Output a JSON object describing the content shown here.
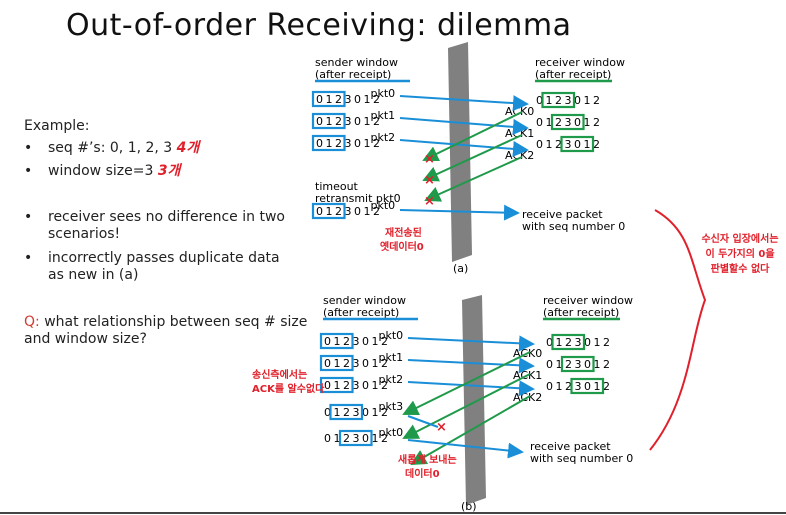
{
  "title": "Out-of-order Receiving: dilemma",
  "example": {
    "label": "Example:",
    "bullets": [
      {
        "text": "seq #’s: 0, 1, 2, 3",
        "note": "4개"
      },
      {
        "text": "window size=3",
        "note": "3개"
      },
      {
        "text": "receiver sees no difference in two scenarios!",
        "note": ""
      },
      {
        "text": "incorrectly passes duplicate data as new in (a)",
        "note": ""
      }
    ],
    "question_prefix": "Q:",
    "question": "what relationship between seq # size and window size?"
  },
  "scenario_a": {
    "sender_window_label": "sender window",
    "sender_window_sub": "(after receipt)",
    "receiver_window_label": "receiver window",
    "receiver_window_sub": "(after receipt)",
    "sender_rows": [
      {
        "seq": [
          "0",
          "1",
          "2",
          "3",
          "0",
          "1",
          "2"
        ],
        "boxed": [
          0,
          1,
          2
        ],
        "pkt": "pkt0"
      },
      {
        "seq": [
          "0",
          "1",
          "2",
          "3",
          "0",
          "1",
          "2"
        ],
        "boxed": [
          0,
          1,
          2
        ],
        "pkt": "pkt1"
      },
      {
        "seq": [
          "0",
          "1",
          "2",
          "3",
          "0",
          "1",
          "2"
        ],
        "boxed": [
          0,
          1,
          2
        ],
        "pkt": "pkt2"
      }
    ],
    "receiver_rows": [
      {
        "seq": [
          "0",
          "1",
          "2",
          "3",
          "0",
          "1",
          "2"
        ],
        "boxed": [
          1,
          2,
          3
        ],
        "ack": "ACK0"
      },
      {
        "seq": [
          "0",
          "1",
          "2",
          "3",
          "0",
          "1",
          "2"
        ],
        "boxed": [
          2,
          3,
          4
        ],
        "ack": "ACK1"
      },
      {
        "seq": [
          "0",
          "1",
          "2",
          "3",
          "0",
          "1",
          "2"
        ],
        "boxed": [
          3,
          4,
          5
        ],
        "ack": "ACK2"
      }
    ],
    "timeout_label_1": "timeout",
    "timeout_label_2": "retransmit pkt0",
    "retransmit_row": {
      "seq": [
        "0",
        "1",
        "2",
        "3",
        "0",
        "1",
        "2"
      ],
      "boxed": [
        0,
        1,
        2
      ],
      "pkt": "pkt0"
    },
    "receive_1": "receive packet",
    "receive_2": "with seq number 0",
    "note_1": "재전송된",
    "note_2": "옛데이터0",
    "caption": "(a)"
  },
  "scenario_b": {
    "sender_window_label": "sender window",
    "sender_window_sub": "(after receipt)",
    "receiver_window_label": "receiver window",
    "receiver_window_sub": "(after receipt)",
    "sender_rows": [
      {
        "seq": [
          "0",
          "1",
          "2",
          "3",
          "0",
          "1",
          "2"
        ],
        "boxed": [
          0,
          1,
          2
        ],
        "pkt": "pkt0"
      },
      {
        "seq": [
          "0",
          "1",
          "2",
          "3",
          "0",
          "1",
          "2"
        ],
        "boxed": [
          0,
          1,
          2
        ],
        "pkt": "pkt1"
      },
      {
        "seq": [
          "0",
          "1",
          "2",
          "3",
          "0",
          "1",
          "2"
        ],
        "boxed": [
          0,
          1,
          2
        ],
        "pkt": "pkt2"
      },
      {
        "seq": [
          "0",
          "1",
          "2",
          "3",
          "0",
          "1",
          "2"
        ],
        "boxed": [
          1,
          2,
          3
        ],
        "pkt": "pkt3"
      },
      {
        "seq": [
          "0",
          "1",
          "2",
          "3",
          "0",
          "1",
          "2"
        ],
        "boxed": [
          2,
          3,
          4
        ],
        "pkt": "pkt0"
      }
    ],
    "receiver_rows": [
      {
        "seq": [
          "0",
          "1",
          "2",
          "3",
          "0",
          "1",
          "2"
        ],
        "boxed": [
          1,
          2,
          3
        ],
        "ack": "ACK0"
      },
      {
        "seq": [
          "0",
          "1",
          "2",
          "3",
          "0",
          "1",
          "2"
        ],
        "boxed": [
          2,
          3,
          4
        ],
        "ack": "ACK1"
      },
      {
        "seq": [
          "0",
          "1",
          "2",
          "3",
          "0",
          "1",
          "2"
        ],
        "boxed": [
          3,
          4,
          5
        ],
        "ack": "ACK2"
      }
    ],
    "receive_1": "receive packet",
    "receive_2": "with seq number 0",
    "note_left_1": "송신측에서는",
    "note_left_2": "ACK를 알수없다",
    "note_1": "새롭게 보내는",
    "note_2": "데이터0",
    "caption": "(b)"
  },
  "brace_note_1": "수신자 입장에서는",
  "brace_note_2": "이 두가지의 0을",
  "brace_note_3": "판별할수 없다",
  "colors": {
    "blue": "#1a8fd8",
    "green": "#1f9a4a",
    "red": "#e0202a",
    "gray": "#7a7a7a"
  }
}
